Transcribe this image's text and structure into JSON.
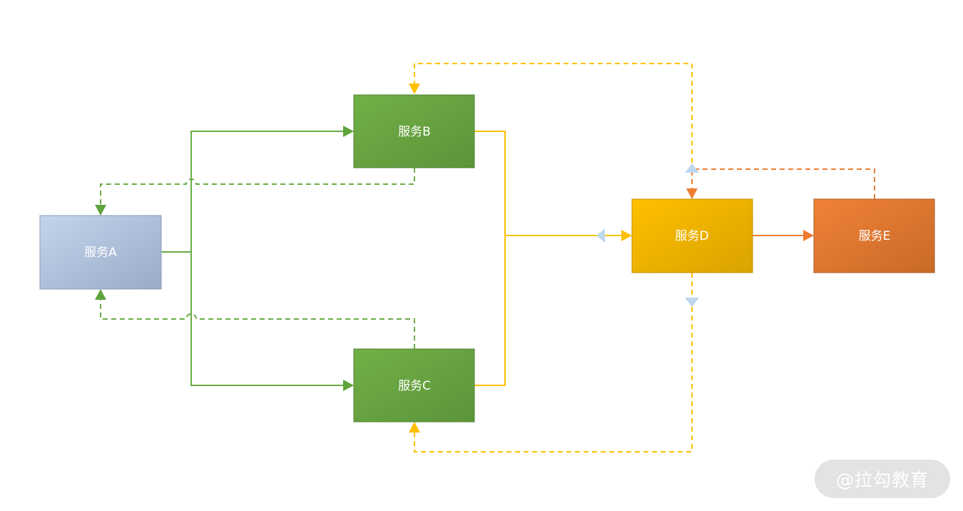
{
  "nodes": {
    "a": {
      "label": "服务A"
    },
    "b": {
      "label": "服务B"
    },
    "c": {
      "label": "服务C"
    },
    "d": {
      "label": "服务D"
    },
    "e": {
      "label": "服务E"
    }
  },
  "watermark": "@拉勾教育",
  "colors": {
    "green": "#6aab44",
    "green_arrow": "#5fa33b",
    "yellow": "#ffc000",
    "orange": "#ed7d31",
    "light_blue": "#bdd7ee"
  }
}
